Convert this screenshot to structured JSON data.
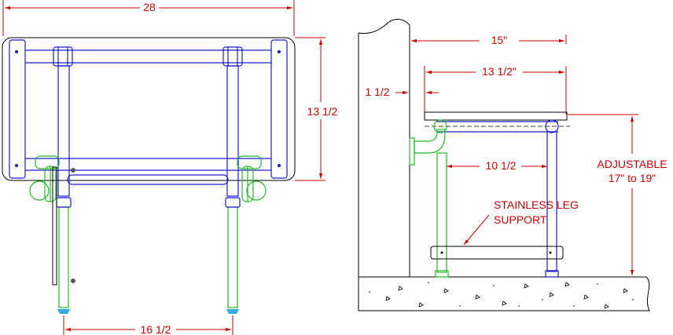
{
  "front_view": {
    "width_label": "28",
    "height_label": "13 1/2",
    "leg_spacing_label": "16 1/2"
  },
  "side_view": {
    "depth_label": "15\"",
    "seat_label": "13 1/2\"",
    "wall_gap_label": "1 1/2",
    "pivot_label": "10 1/2",
    "adjustable_line1": "ADJUSTABLE",
    "adjustable_line2": "17\" to 19\"",
    "leg_support_line1": "STAINLESS LEG",
    "leg_support_line2": "SUPPORT"
  },
  "colors": {
    "dimension": "#cc0000",
    "frame": "#1a1acc",
    "bracket": "#22bb22",
    "outline": "#000000"
  }
}
